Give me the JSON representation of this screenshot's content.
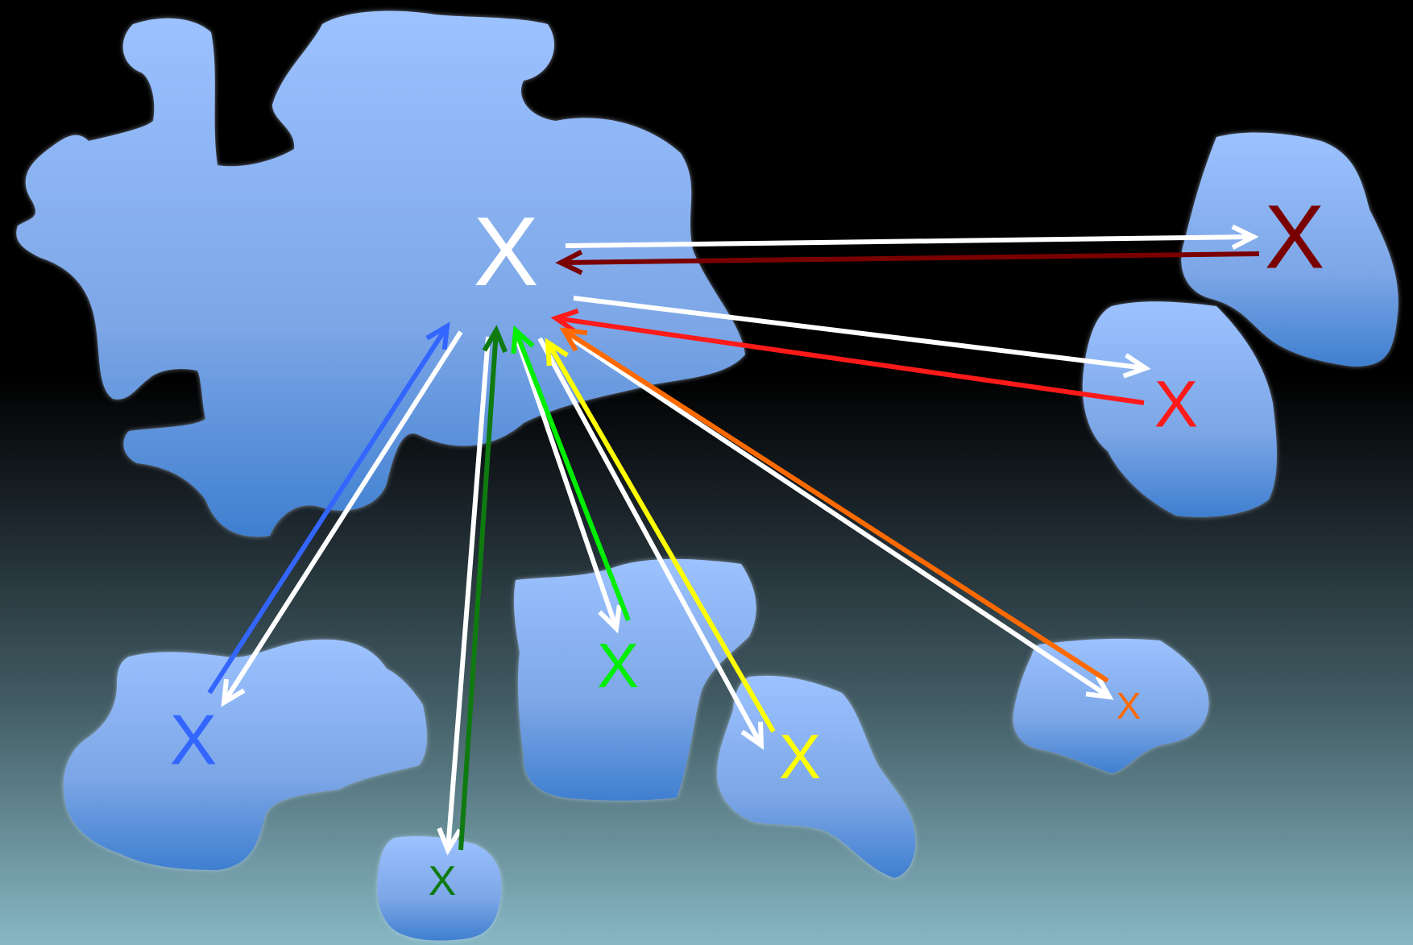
{
  "diagram": {
    "nodes": [
      {
        "id": "center",
        "label": "X",
        "color": "#ffffff"
      },
      {
        "id": "far-right-top",
        "label": "X",
        "color": "#7a0000"
      },
      {
        "id": "right-middle",
        "label": "X",
        "color": "#ff1a1a"
      },
      {
        "id": "bottom-left",
        "label": "X",
        "color": "#3366ff"
      },
      {
        "id": "bottom-small",
        "label": "X",
        "color": "#0f7a0f"
      },
      {
        "id": "bottom-center",
        "label": "X",
        "color": "#00ee00"
      },
      {
        "id": "bottom-yellow",
        "label": "X",
        "color": "#ffff00"
      },
      {
        "id": "bottom-right-small",
        "label": "X",
        "color": "#ff6a00"
      }
    ],
    "links": [
      {
        "peer": "far-right-top",
        "outgoing_color": "#ffffff",
        "incoming_color": "#7a0000"
      },
      {
        "peer": "right-middle",
        "outgoing_color": "#ffffff",
        "incoming_color": "#ff1a1a"
      },
      {
        "peer": "bottom-left",
        "outgoing_color": "#ffffff",
        "incoming_color": "#3366ff"
      },
      {
        "peer": "bottom-small",
        "outgoing_color": "#ffffff",
        "incoming_color": "#0f7a0f"
      },
      {
        "peer": "bottom-center",
        "outgoing_color": "#ffffff",
        "incoming_color": "#00ee00"
      },
      {
        "peer": "bottom-yellow",
        "outgoing_color": "#ffffff",
        "incoming_color": "#ffff00"
      },
      {
        "peer": "bottom-right-small",
        "outgoing_color": "#ffffff",
        "incoming_color": "#ff6a00"
      }
    ],
    "blob_color": "#8fb6f2"
  }
}
